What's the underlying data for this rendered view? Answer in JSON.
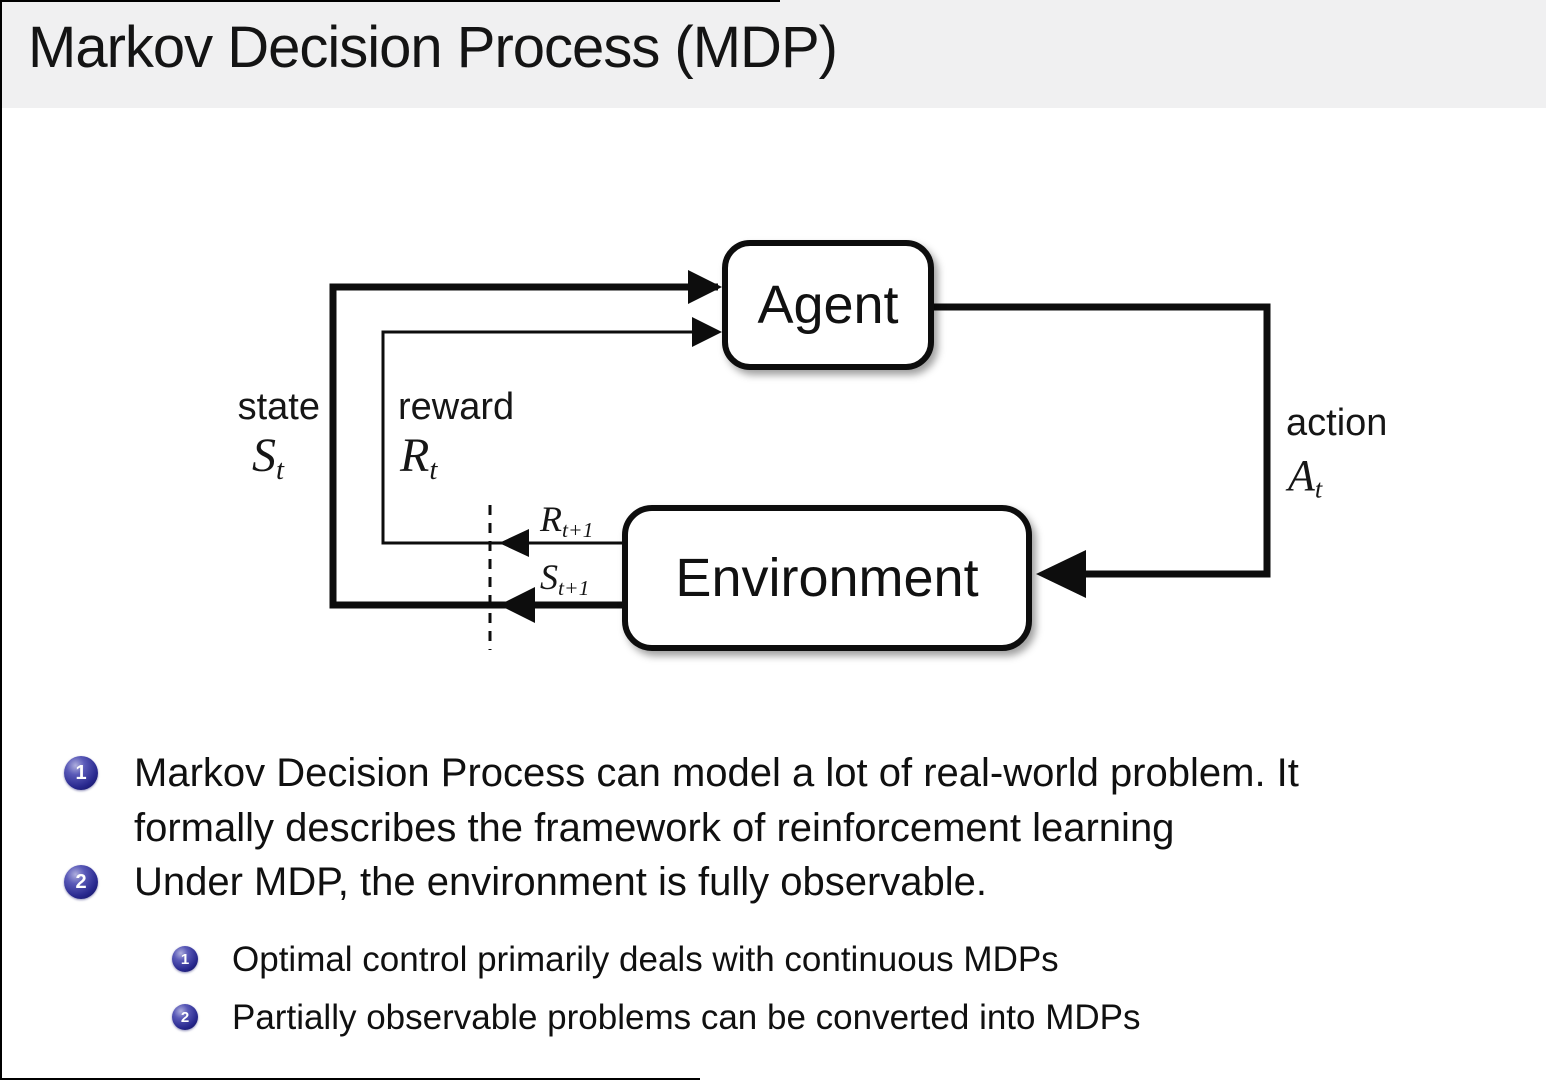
{
  "slide": {
    "title": "Markov Decision Process (MDP)"
  },
  "diagram": {
    "agent_label": "Agent",
    "environment_label": "Environment",
    "state_label": "state",
    "state_symbol": {
      "main": "S",
      "sub": "t"
    },
    "reward_label": "reward",
    "reward_symbol": {
      "main": "R",
      "sub": "t"
    },
    "action_label": "action",
    "action_symbol": {
      "main": "A",
      "sub": "t"
    },
    "next_reward_symbol": {
      "main": "R",
      "sub": "t+1"
    },
    "next_state_symbol": {
      "main": "S",
      "sub": "t+1"
    }
  },
  "bullets": {
    "item1": {
      "number": "1",
      "lines": [
        "Markov Decision Process can model a lot of real-world problem. It",
        "formally describes the framework of reinforcement learning"
      ]
    },
    "item2": {
      "number": "2",
      "lines": [
        "Under MDP, the environment is fully observable."
      ]
    },
    "sub1": {
      "number": "1",
      "text": "Optimal control primarily deals with continuous MDPs"
    },
    "sub2": {
      "number": "2",
      "text": "Partially observable problems can be converted into MDPs"
    }
  },
  "colors": {
    "header_background": "#f0f0f1",
    "badge_navy": "#28288e",
    "ink": "#111111"
  }
}
